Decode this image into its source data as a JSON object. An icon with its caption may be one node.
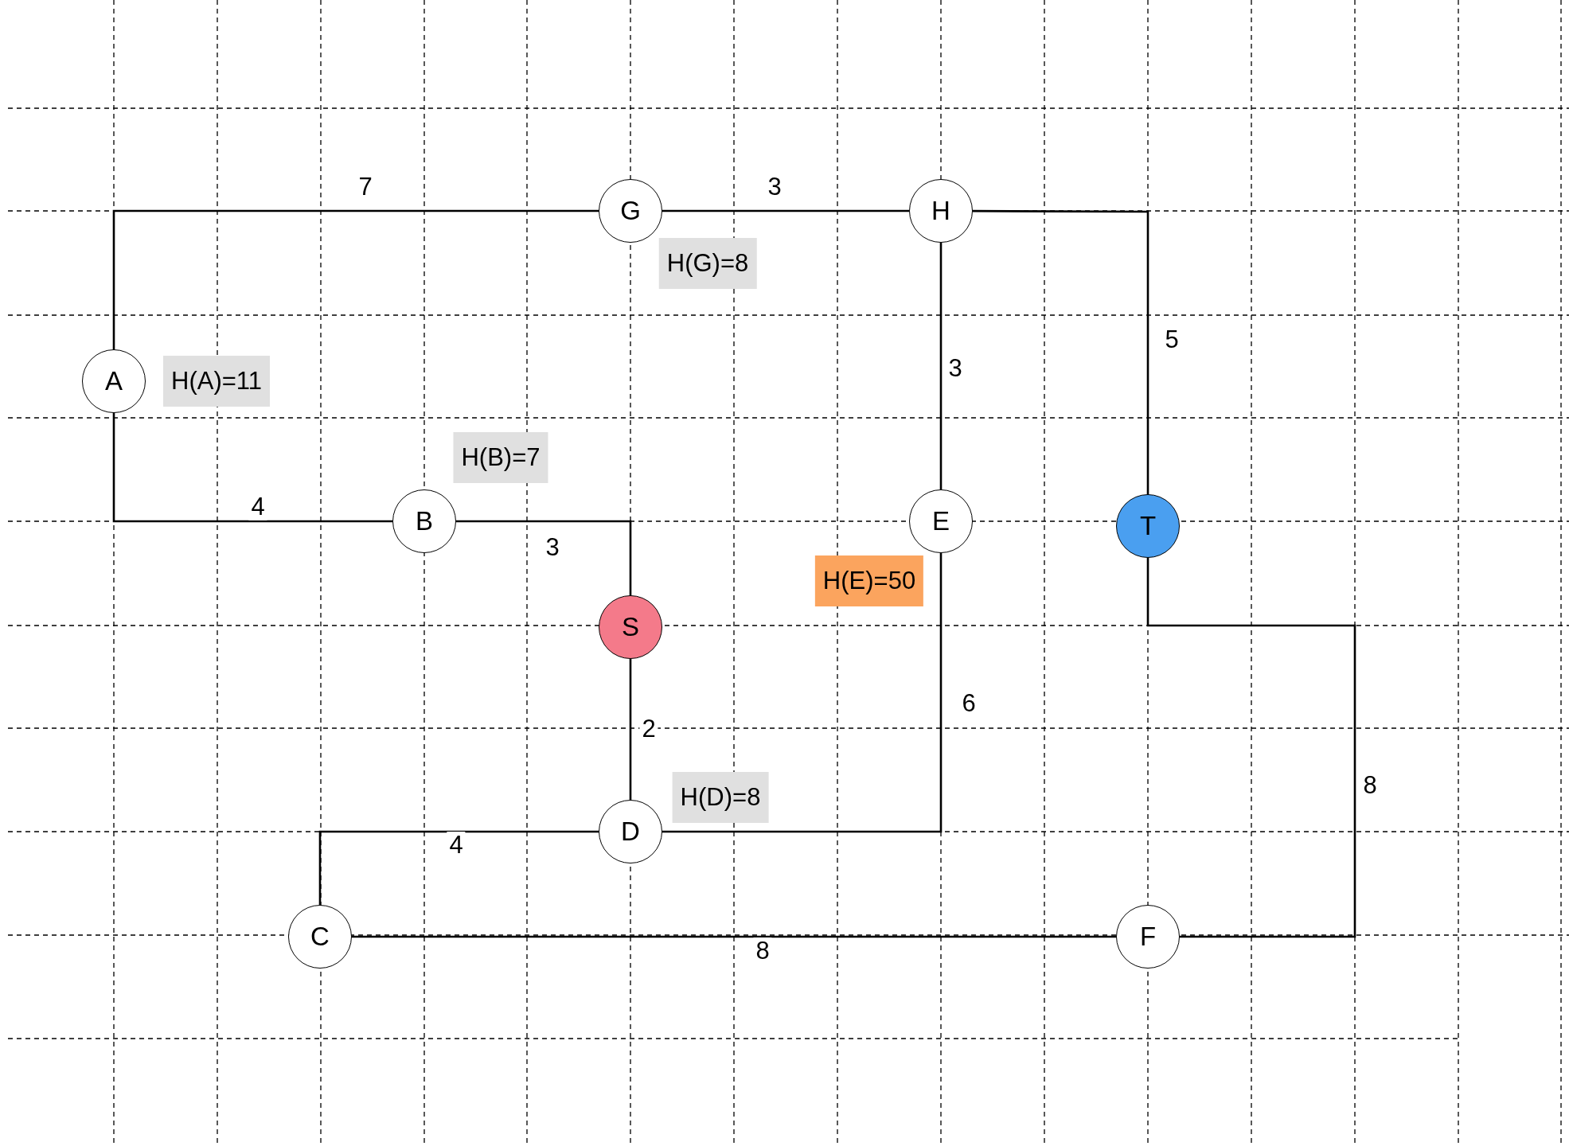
{
  "diagram": {
    "nodes": [
      {
        "text": [
          "G"
        ]
      },
      {
        "text": [
          "H"
        ]
      },
      {
        "text": [
          "H(G)=8"
        ]
      },
      {
        "text": [
          "A"
        ]
      },
      {
        "text": [
          "H(A)=11"
        ]
      },
      {
        "text": [
          "H(B)=7"
        ]
      },
      {
        "text": [
          "B"
        ]
      },
      {
        "text": [
          "E"
        ]
      },
      {
        "text": [
          "T"
        ]
      },
      {
        "text": [
          "H(E)=50"
        ]
      },
      {
        "text": [
          "S"
        ]
      },
      {
        "text": [
          "D"
        ]
      },
      {
        "text": [
          "H(D)=8"
        ]
      },
      {
        "text": [
          "C"
        ]
      },
      {
        "text": [
          "F"
        ]
      }
    ],
    "edges": [
      {
        "from": 3,
        "to": 0,
        "arrow": "none",
        "label": "7"
      },
      {
        "from": 0,
        "to": 1,
        "arrow": "none",
        "label": "3"
      },
      {
        "from": 1,
        "to": 8,
        "arrow": "none",
        "label": "5"
      },
      {
        "from": 1,
        "to": 7,
        "arrow": "none",
        "label": "3"
      },
      {
        "from": 3,
        "to": 6,
        "arrow": "none",
        "label": "4"
      },
      {
        "from": 6,
        "to": 10,
        "arrow": "none",
        "label": "3"
      },
      {
        "from": 10,
        "to": 11,
        "arrow": "none",
        "label": "2"
      },
      {
        "from": 11,
        "to": 13,
        "arrow": "none",
        "label": "4"
      },
      {
        "from": 11,
        "to": 7,
        "arrow": "none",
        "label": "6"
      },
      {
        "from": 13,
        "to": 14,
        "arrow": "none",
        "label": "8"
      },
      {
        "from": 8,
        "to": 14,
        "arrow": "none",
        "label": "8"
      }
    ]
  }
}
